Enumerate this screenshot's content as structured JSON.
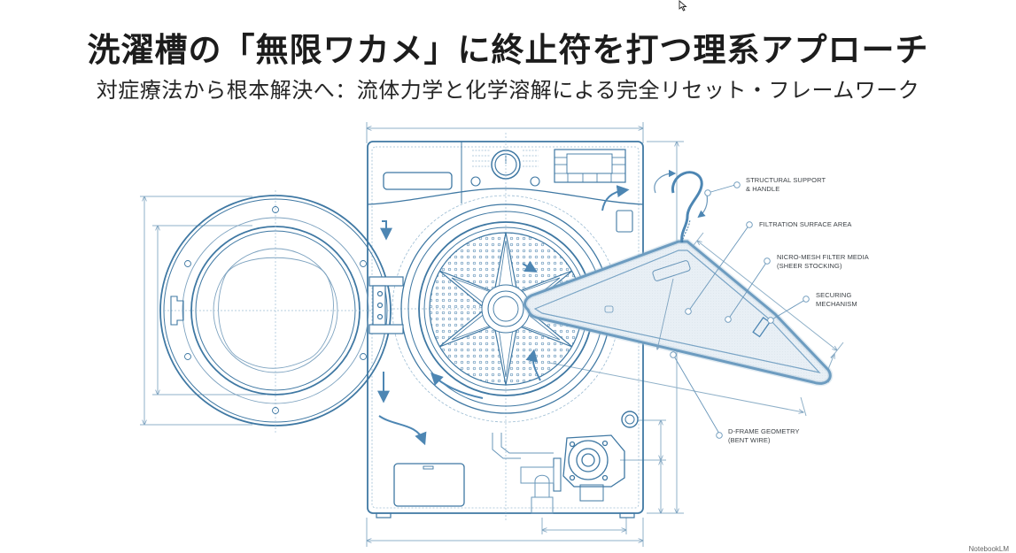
{
  "header": {
    "title": "洗濯槽の「無限ワカメ」に終止符を打つ理系アプローチ",
    "subtitle": "対症療法から根本解決へ：流体力学と化学溶解による完全リセット・フレームワーク"
  },
  "diagram": {
    "style": "technical blueprint line drawing",
    "line_color": "#3f78a3",
    "light_line_color": "#8fb4cf",
    "fill_color": "#e9f0f6",
    "subjects": [
      "front-load washing machine with open door",
      "wire clothes hanger with sheer stocking filter"
    ],
    "callouts": [
      {
        "id": "structural-support",
        "lines": [
          "STRUCTURAL SUPPORT",
          "& HANDLE"
        ]
      },
      {
        "id": "filtration-surface",
        "lines": [
          "FILTRATION SURFACE AREA"
        ]
      },
      {
        "id": "micro-mesh",
        "lines": [
          "NICRO-MESH FILTER MEDIA",
          "(SHEER STOCKING)"
        ]
      },
      {
        "id": "securing-mechanism",
        "lines": [
          "SECURING",
          "MECHANISM"
        ]
      },
      {
        "id": "d-frame",
        "lines": [
          "D-FRAME GEOMETRY",
          "(BENT WIRE)"
        ]
      }
    ]
  },
  "footer": {
    "watermark": "NotebookLM"
  }
}
